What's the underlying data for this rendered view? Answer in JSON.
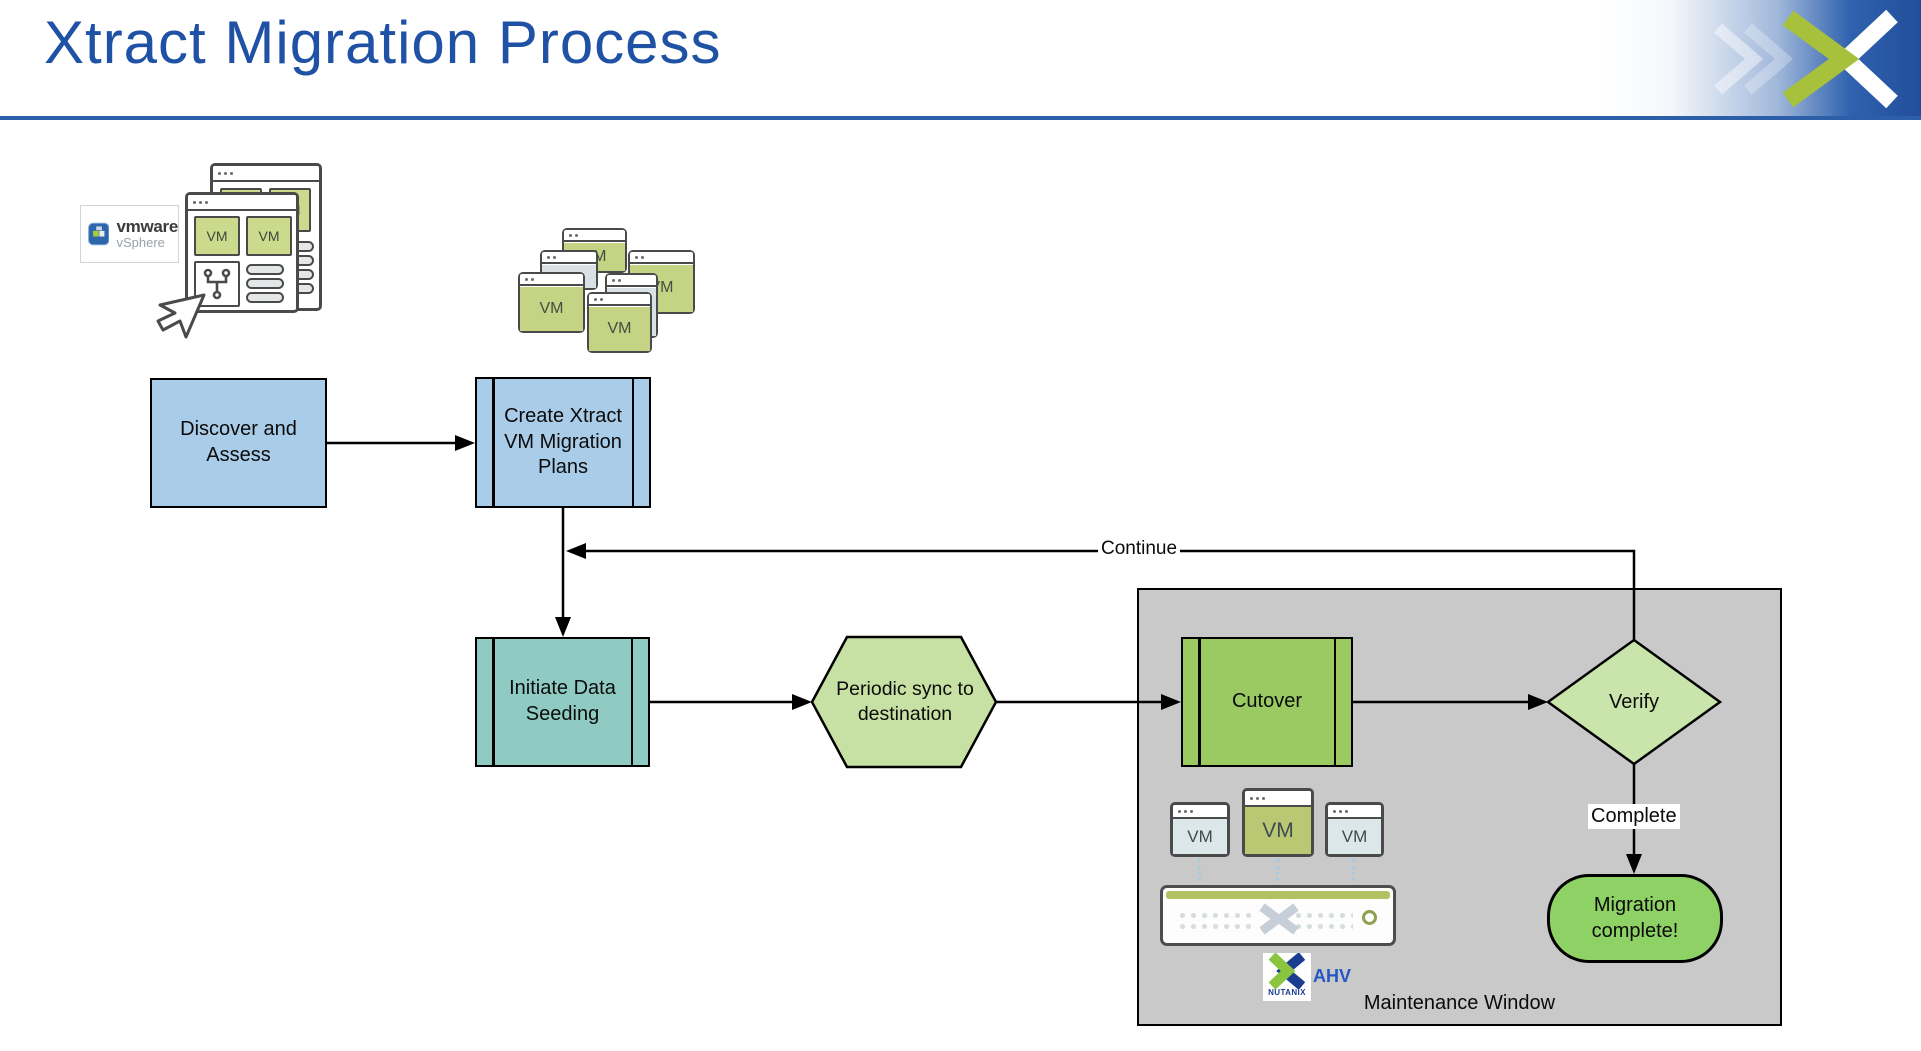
{
  "header": {
    "title": "Xtract Migration Process"
  },
  "source": {
    "vendor": "vmware",
    "product": "vSphere",
    "vm_label": "VM"
  },
  "cluster": {
    "vm_label": "VM"
  },
  "flowchart": {
    "nodes": [
      {
        "id": "discover",
        "type": "process",
        "label": "Discover and Assess"
      },
      {
        "id": "create",
        "type": "subprocess",
        "label": "Create Xtract VM Migration Plans"
      },
      {
        "id": "initiate",
        "type": "subprocess",
        "label": "Initiate Data Seeding"
      },
      {
        "id": "sync",
        "type": "preparation",
        "label": "Periodic sync to destination"
      },
      {
        "id": "cutover",
        "type": "subprocess",
        "label": "Cutover"
      },
      {
        "id": "verify",
        "type": "decision",
        "label": "Verify"
      },
      {
        "id": "done",
        "type": "terminator",
        "label": "Migration complete!"
      }
    ],
    "edge_labels": {
      "continue": "Continue",
      "complete": "Complete"
    },
    "container_label": "Maintenance Window"
  },
  "target": {
    "vm_label": "VM",
    "brand": "NUTANIX",
    "hypervisor": "AHV"
  },
  "icons": {
    "logo": "xtract-x-logo",
    "source_platform": "vsphere-icon",
    "cursor": "cursor-pointer-icon",
    "network": "network-tree-icon",
    "storage": "disk-stack-icon",
    "appliance": "nutanix-appliance",
    "target_logo": "nutanix-x-icon"
  },
  "colors": {
    "title_blue": "#1f51a5",
    "divider_blue": "#2d5fa8",
    "header_gradient_blue": "#2f62ae",
    "logo_green": "#a8c13c",
    "node_blue": "#a9cce8",
    "node_teal": "#8fcbc2",
    "node_green": "#9aca61",
    "hexagon_green": "#c6e1a3",
    "diamond_green": "#c9e5ab",
    "terminator_green": "#8ed164",
    "container_gray": "#c9c9c9",
    "nutanix_blue": "#1a3d8f"
  }
}
